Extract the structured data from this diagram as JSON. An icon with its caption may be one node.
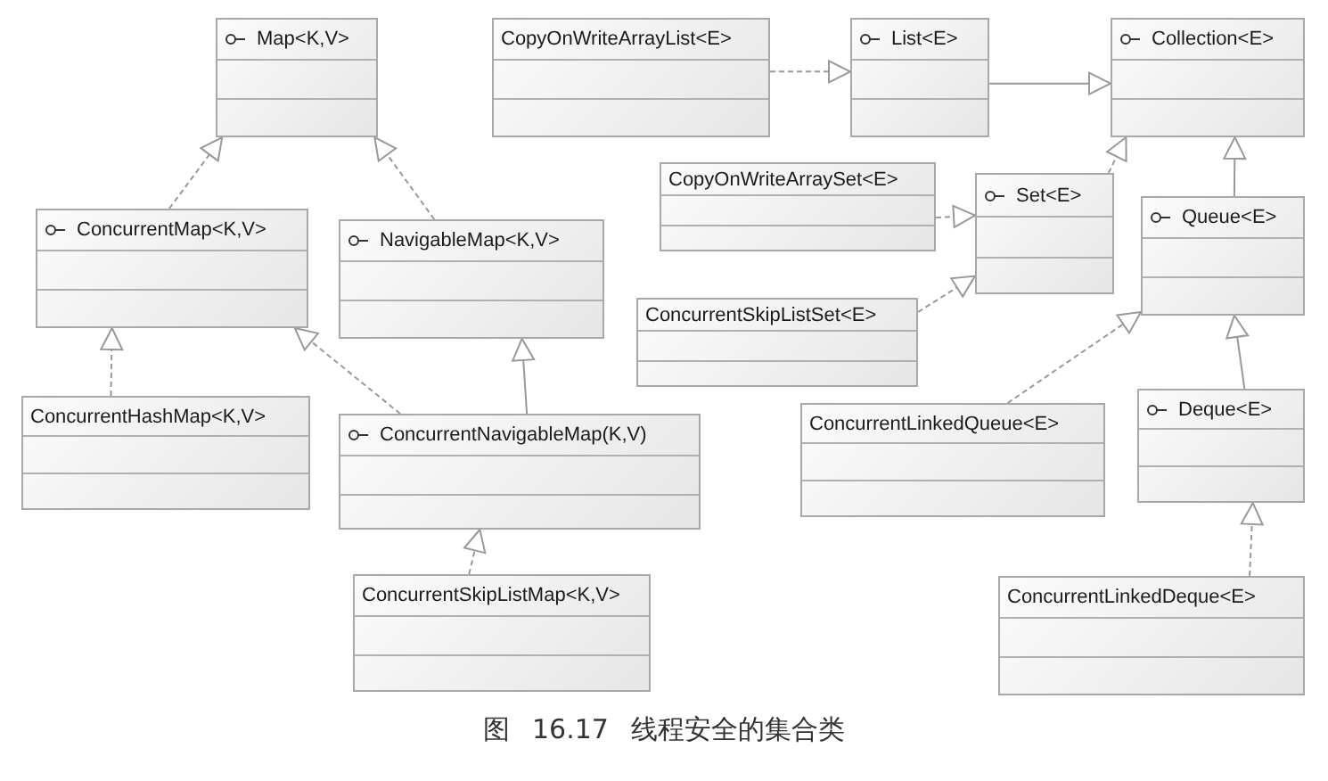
{
  "diagram": {
    "caption": "图 16.17 线程安全的集合类",
    "nodes": [
      {
        "text": [
          "Map<K,V>"
        ]
      },
      {
        "text": [
          "CopyOnWriteArrayList<E>"
        ]
      },
      {
        "text": [
          "List<E>"
        ]
      },
      {
        "text": [
          "Collection<E>"
        ]
      },
      {
        "text": [
          "ConcurrentMap<K,V>"
        ]
      },
      {
        "text": [
          "NavigableMap<K,V>"
        ]
      },
      {
        "text": [
          "CopyOnWriteArraySet<E>"
        ]
      },
      {
        "text": [
          "Set<E>"
        ]
      },
      {
        "text": [
          "Queue<E>"
        ]
      },
      {
        "text": [
          "ConcurrentSkipListSet<E>"
        ]
      },
      {
        "text": [
          "ConcurrentHashMap<K,V>"
        ]
      },
      {
        "text": [
          "ConcurrentNavigableMap(K,V)"
        ]
      },
      {
        "text": [
          "ConcurrentLinkedQueue<E>"
        ]
      },
      {
        "text": [
          "Deque<E>"
        ]
      },
      {
        "text": [
          "ConcurrentSkipListMap<K,V>"
        ]
      },
      {
        "text": [
          "ConcurrentLinkedDeque<E>"
        ]
      }
    ],
    "edges": [
      {
        "from": 4,
        "to": 0,
        "arrow": "to",
        "style": "dashed"
      },
      {
        "from": 5,
        "to": 0,
        "arrow": "to",
        "style": "dashed"
      },
      {
        "from": 1,
        "to": 2,
        "arrow": "to",
        "style": "dashed"
      },
      {
        "from": 2,
        "to": 3,
        "arrow": "to"
      },
      {
        "from": 7,
        "to": 3,
        "arrow": "to",
        "style": "dashed"
      },
      {
        "from": 8,
        "to": 3,
        "arrow": "to"
      },
      {
        "from": 6,
        "to": 7,
        "arrow": "to",
        "style": "dashed"
      },
      {
        "from": 9,
        "to": 7,
        "arrow": "to",
        "style": "dashed"
      },
      {
        "from": 12,
        "to": 8,
        "arrow": "to",
        "style": "dashed"
      },
      {
        "from": 10,
        "to": 4,
        "arrow": "to",
        "style": "dashed"
      },
      {
        "from": 11,
        "to": 4,
        "arrow": "to",
        "style": "dashed"
      },
      {
        "from": 11,
        "to": 5,
        "arrow": "to"
      },
      {
        "from": 14,
        "to": 11,
        "arrow": "to",
        "style": "dashed"
      },
      {
        "from": 13,
        "to": 8,
        "arrow": "to"
      },
      {
        "from": 15,
        "to": 13,
        "arrow": "to",
        "style": "dashed"
      }
    ]
  }
}
